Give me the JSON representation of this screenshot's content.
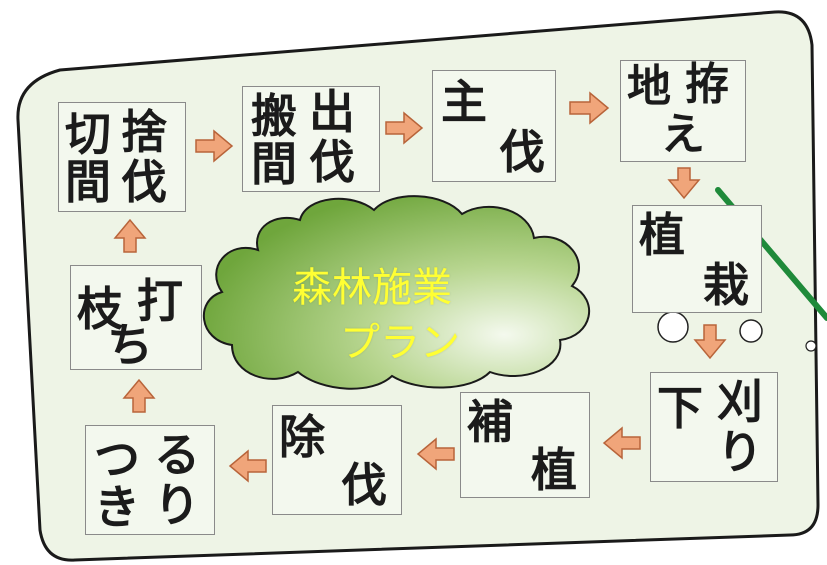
{
  "center_title": {
    "line1": "森林施業",
    "line2": "プラン"
  },
  "steps": [
    {
      "id": "kirisute-kanbatsu",
      "c1": "切",
      "c2": "捨",
      "c3": "間",
      "c4": "伐"
    },
    {
      "id": "hansyutsu-kanbatsu",
      "c1": "搬",
      "c2": "出",
      "c3": "間",
      "c4": "伐"
    },
    {
      "id": "shubatsu",
      "c1": "主",
      "c2": "伐"
    },
    {
      "id": "jigoshirae",
      "c1": "地",
      "c2": "拵",
      "c3": "え"
    },
    {
      "id": "shokusai",
      "c1": "植",
      "c2": "栽"
    },
    {
      "id": "shitagari",
      "c1": "下",
      "c2": "刈",
      "c3": "り"
    },
    {
      "id": "hoshoku",
      "c1": "補",
      "c2": "植"
    },
    {
      "id": "jobatsu",
      "c1": "除",
      "c2": "伐"
    },
    {
      "id": "tsurukiri",
      "c1": "つ",
      "c2": "る",
      "c3": "き",
      "c4": "り"
    },
    {
      "id": "edauchi",
      "c1": "枝",
      "c2": "打",
      "c3": "ち"
    }
  ],
  "colors": {
    "board_fill": "#eef4e6",
    "board_stroke": "#1a1a1a",
    "box_fill": "#f3f8ee",
    "arrow_fill": "#f0a57a",
    "arrow_stroke": "#b8643a",
    "cloud_dark": "#7fb24a",
    "cloud_light": "#f4f9ee",
    "title_color": "#ffff33",
    "pointer_color": "#1f8a3a"
  }
}
